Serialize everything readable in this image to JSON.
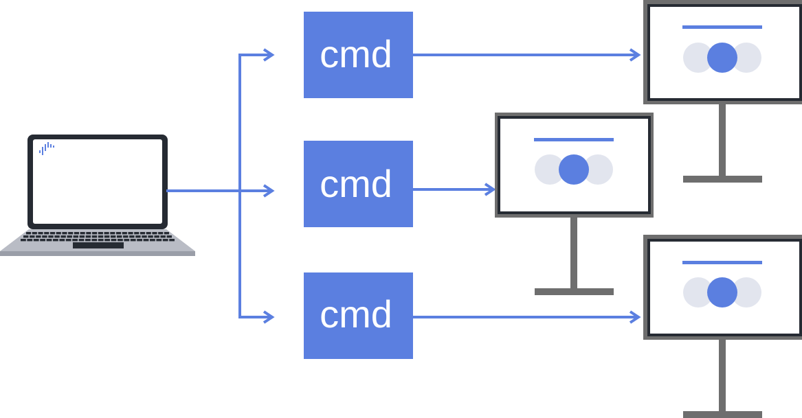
{
  "colors": {
    "accent": "#5b7fe0",
    "frame": "#6e6e6e",
    "screen_border": "#262b33",
    "circle_light": "#e2e5ee",
    "keyboard": "#262b33",
    "laptop_base": "#b9bcc5",
    "arrow": "#5b7fe0"
  },
  "laptop": {
    "icon": "laptop-icon",
    "logo_icon": "signal-bars-icon"
  },
  "commands": [
    {
      "label": "cmd"
    },
    {
      "label": "cmd"
    },
    {
      "label": "cmd"
    }
  ],
  "displays": [
    {
      "icon": "monitor-icon",
      "content_icon": "overlapping-circles-icon"
    },
    {
      "icon": "monitor-icon",
      "content_icon": "overlapping-circles-icon"
    },
    {
      "icon": "monitor-icon",
      "content_icon": "overlapping-circles-icon"
    }
  ]
}
